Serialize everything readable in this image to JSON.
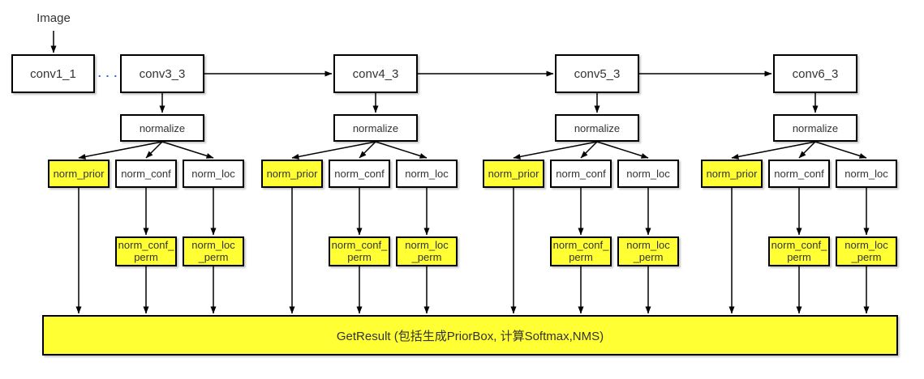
{
  "diagram": {
    "input_label": "Image",
    "ellipsis": ". . .",
    "conv_layers": [
      "conv1_1",
      "conv3_3",
      "conv4_3",
      "conv5_3",
      "conv6_3"
    ],
    "normalize_label": "normalize",
    "branches": {
      "prior": "norm_prior",
      "conf": "norm_conf",
      "loc": "norm_loc",
      "conf_perm": "norm_conf_\nperm",
      "loc_perm": "norm_loc\n_perm"
    },
    "result_label": "GetResult (包括生成PriorBox, 计算Softmax,NMS)",
    "colors": {
      "highlight": "#FFFF33",
      "plain": "#FFFFFF",
      "line": "#000000",
      "dots": "#3366CC"
    }
  }
}
